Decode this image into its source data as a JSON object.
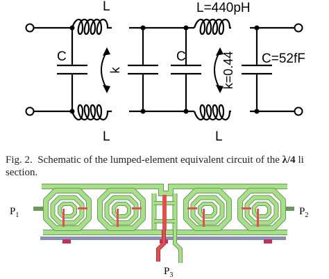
{
  "schematic": {
    "inductor_labels": [
      "L",
      "L=440pH",
      "L",
      "L"
    ],
    "capacitor_labels": [
      "C",
      "C",
      "C=52fF"
    ],
    "coupling_labels": [
      "k",
      "k=0.44"
    ]
  },
  "caption": {
    "prefix": "Fig. 2.",
    "text_before": "Schematic of the lumped-element equivalent circuit of the",
    "lambda": "λ/4",
    "text_after": "li",
    "line2": "section."
  },
  "layout_labels": {
    "port_left": "P",
    "port_left_sub": "1",
    "port_right": "P",
    "port_right_sub": "2",
    "port_bottom": "P",
    "port_bottom_sub": "3"
  },
  "colors": {
    "trace": "#a8e08a",
    "trace_edge": "#6a9a58",
    "cross": "#e05050",
    "metal": "#8a8fb0"
  }
}
